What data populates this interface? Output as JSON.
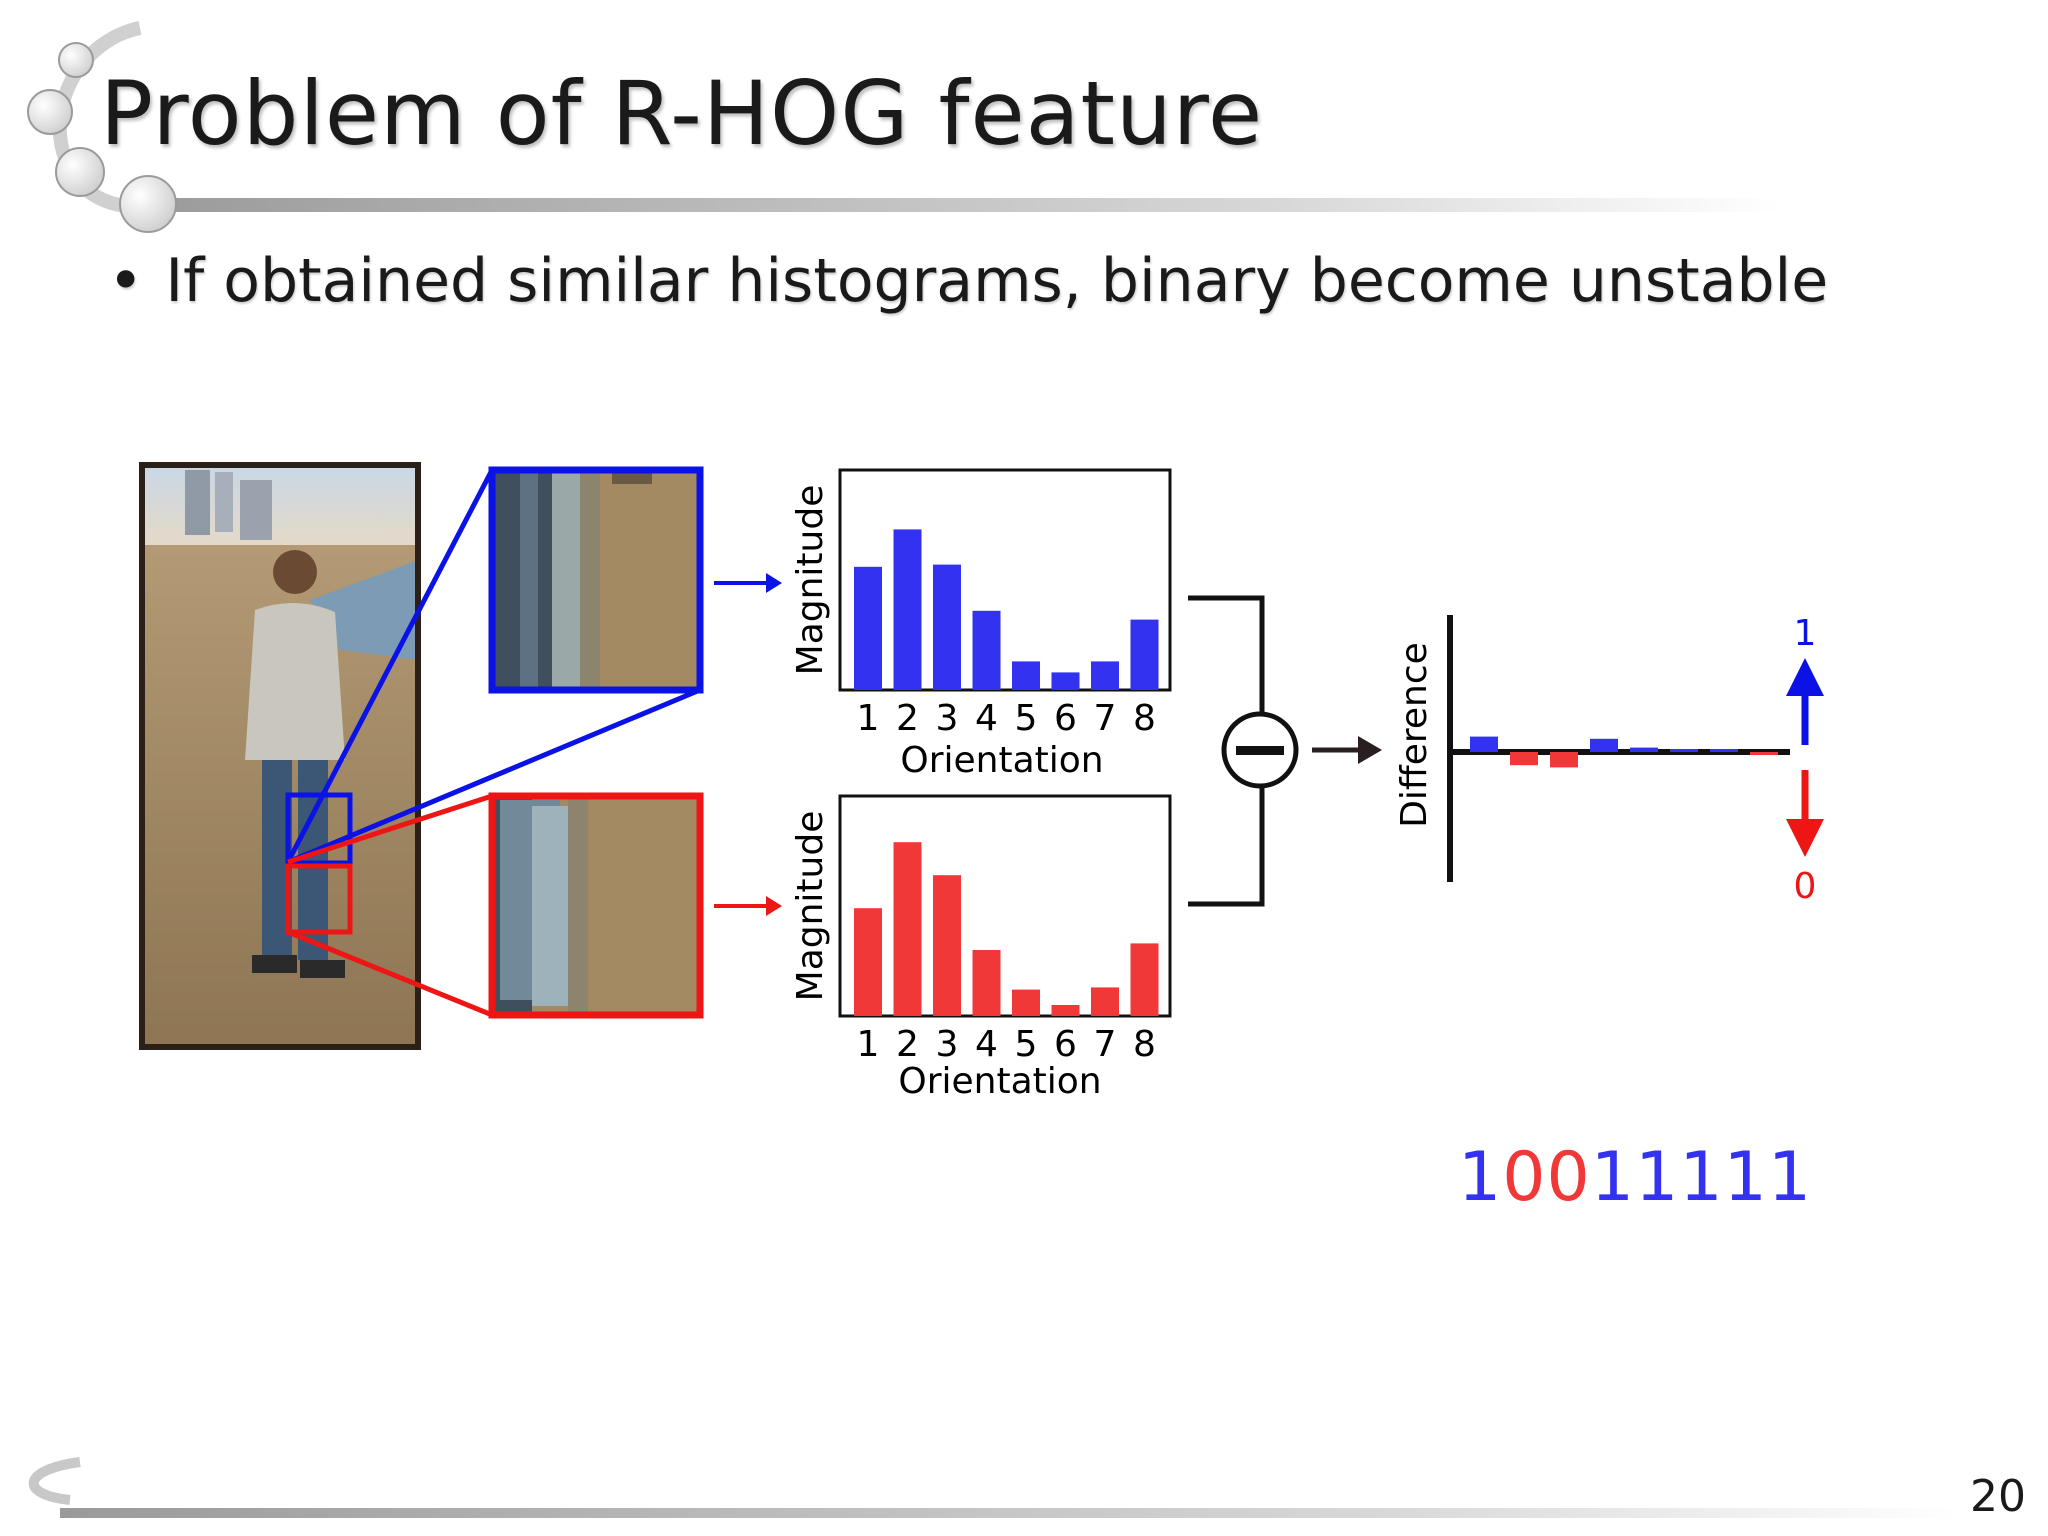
{
  "slide": {
    "title": "Problem of R-HOG feature",
    "bullet": "If obtained similar histograms, binary become unstable",
    "page_number": "20"
  },
  "colors": {
    "blue": "#3232f0",
    "red": "#f03838",
    "frame_blue": "#0a12e6",
    "frame_red": "#ee1515"
  },
  "histograms": {
    "top": {
      "ylabel": "Magnitude",
      "xlabel": "Orientation",
      "ticks": [
        "1",
        "2",
        "3",
        "4",
        "5",
        "6",
        "7",
        "8"
      ],
      "values": [
        0.56,
        0.73,
        0.57,
        0.36,
        0.13,
        0.08,
        0.13,
        0.32
      ],
      "color": "blue"
    },
    "bottom": {
      "ylabel": "Magnitude",
      "xlabel": "Orientation",
      "ticks": [
        "1",
        "2",
        "3",
        "4",
        "5",
        "6",
        "7",
        "8"
      ],
      "values": [
        0.49,
        0.79,
        0.64,
        0.3,
        0.12,
        0.05,
        0.13,
        0.33
      ],
      "color": "red"
    }
  },
  "difference": {
    "ylabel": "Difference",
    "values": [
      0.07,
      -0.06,
      -0.07,
      0.06,
      0.02,
      0.0,
      0.01,
      -0.01
    ],
    "up_label": "1",
    "down_label": "0"
  },
  "binary": {
    "digits": [
      {
        "d": "1",
        "color": "blue"
      },
      {
        "d": "0",
        "color": "red"
      },
      {
        "d": "0",
        "color": "red"
      },
      {
        "d": "1",
        "color": "blue"
      },
      {
        "d": "1",
        "color": "blue"
      },
      {
        "d": "1",
        "color": "blue"
      },
      {
        "d": "1",
        "color": "blue"
      },
      {
        "d": "1",
        "color": "blue"
      }
    ]
  }
}
